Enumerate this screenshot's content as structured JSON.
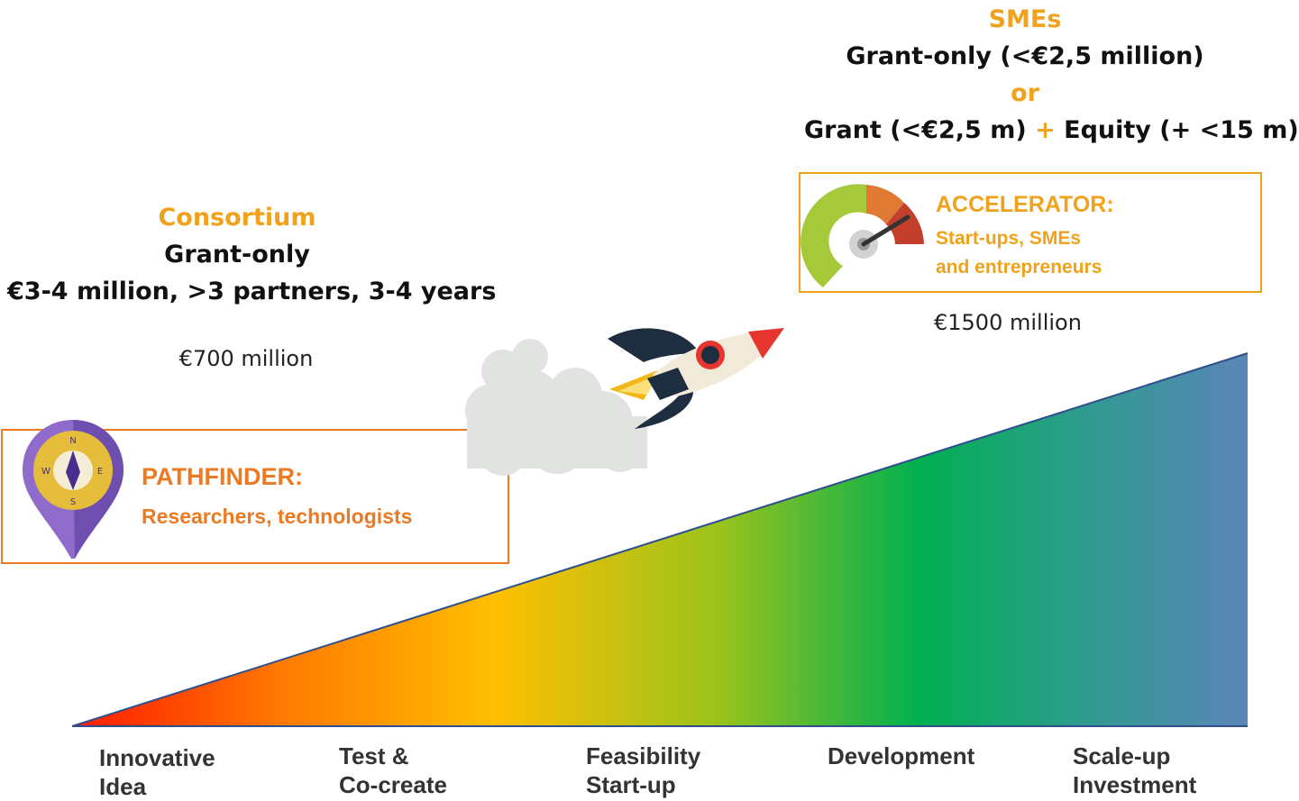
{
  "smes": {
    "heading": "SMEs",
    "line1": "Grant-only (<€2,5 million)",
    "or": "or",
    "line3_part1": "Grant (<€2,5 m)",
    "plus": "+",
    "line3_part2": "Equity (+ <15 m)"
  },
  "accelerator": {
    "title": "ACCELERATOR:",
    "subtitle_line1": "Start-ups, SMEs",
    "subtitle_line2": "and entrepreneurs",
    "amount": "€1500 million"
  },
  "consortium": {
    "heading": "Consortium",
    "line1": "Grant-only",
    "line2": "€3-4 million, >3 partners, 3-4 years",
    "amount": "€700 million"
  },
  "pathfinder": {
    "title": "PATHFINDER:",
    "subtitle": "Researchers, technologists",
    "compass": {
      "n": "N",
      "s": "S",
      "e": "E",
      "w": "W"
    }
  },
  "stages": [
    {
      "line1": "Innovative",
      "line2": "Idea"
    },
    {
      "line1": "Test &",
      "line2": "Co-create"
    },
    {
      "line1": "Feasibility",
      "line2": "Start-up"
    },
    {
      "line1": "Development",
      "line2": ""
    },
    {
      "line1": "Scale-up",
      "line2": "Investment"
    }
  ],
  "colors": {
    "accent_orange": "#f0a21c",
    "pathfinder_orange": "#ec7a22",
    "gradient": [
      "#ff1a00",
      "#ff7a00",
      "#ffbf00",
      "#9ac31c",
      "#00b050",
      "#2e9b8f",
      "#5b85b8"
    ]
  }
}
